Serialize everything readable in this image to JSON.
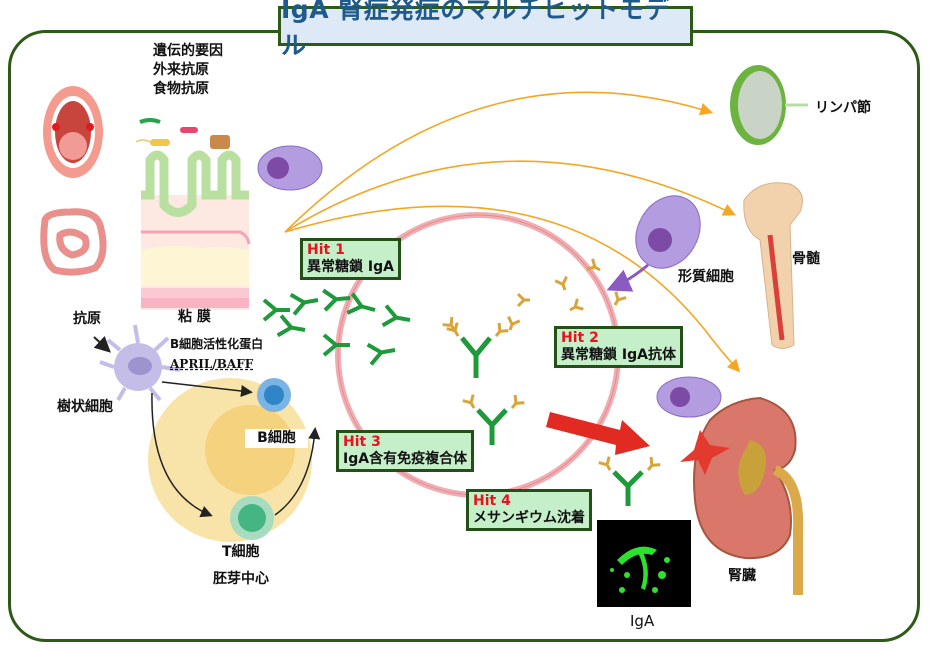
{
  "title": "IgA 腎症発症のマルチヒットモデル",
  "factors": [
    "遺伝的要因",
    "外来抗原",
    "食物抗原"
  ],
  "labels": {
    "mucosa": "粘 膜",
    "antigen": "抗原",
    "dendritic_cell": "樹状細胞",
    "baff_line1": "B細胞活性化蛋白",
    "baff_line2": "APRIL/BAFF",
    "b_cell": "B細胞",
    "t_cell": "T細胞",
    "germinal_center": "胚芽中心",
    "lymph_node": "リンパ節",
    "bone_marrow": "骨髄",
    "plasma_cell": "形質細胞",
    "kidney": "腎臓",
    "iga_stain": "IgA"
  },
  "hits": [
    {
      "num": "Hit 1",
      "text": "異常糖鎖 IgA"
    },
    {
      "num": "Hit 2",
      "text": "異常糖鎖 IgA抗体"
    },
    {
      "num": "Hit 3",
      "text": "IgA含有免疫複合体"
    },
    {
      "num": "Hit 4",
      "text": "メサンギウム沈着"
    }
  ],
  "colors": {
    "frame": "#2e5a17",
    "title_text": "#1f5a8c",
    "title_bg": "#dde9f6",
    "hit_bg": "#c4efc9",
    "hit_red": "#e4141c",
    "arrow_orange": "#f5a623",
    "iga_green": "#1e9a3a",
    "antibody_gold": "#d9a53a"
  }
}
